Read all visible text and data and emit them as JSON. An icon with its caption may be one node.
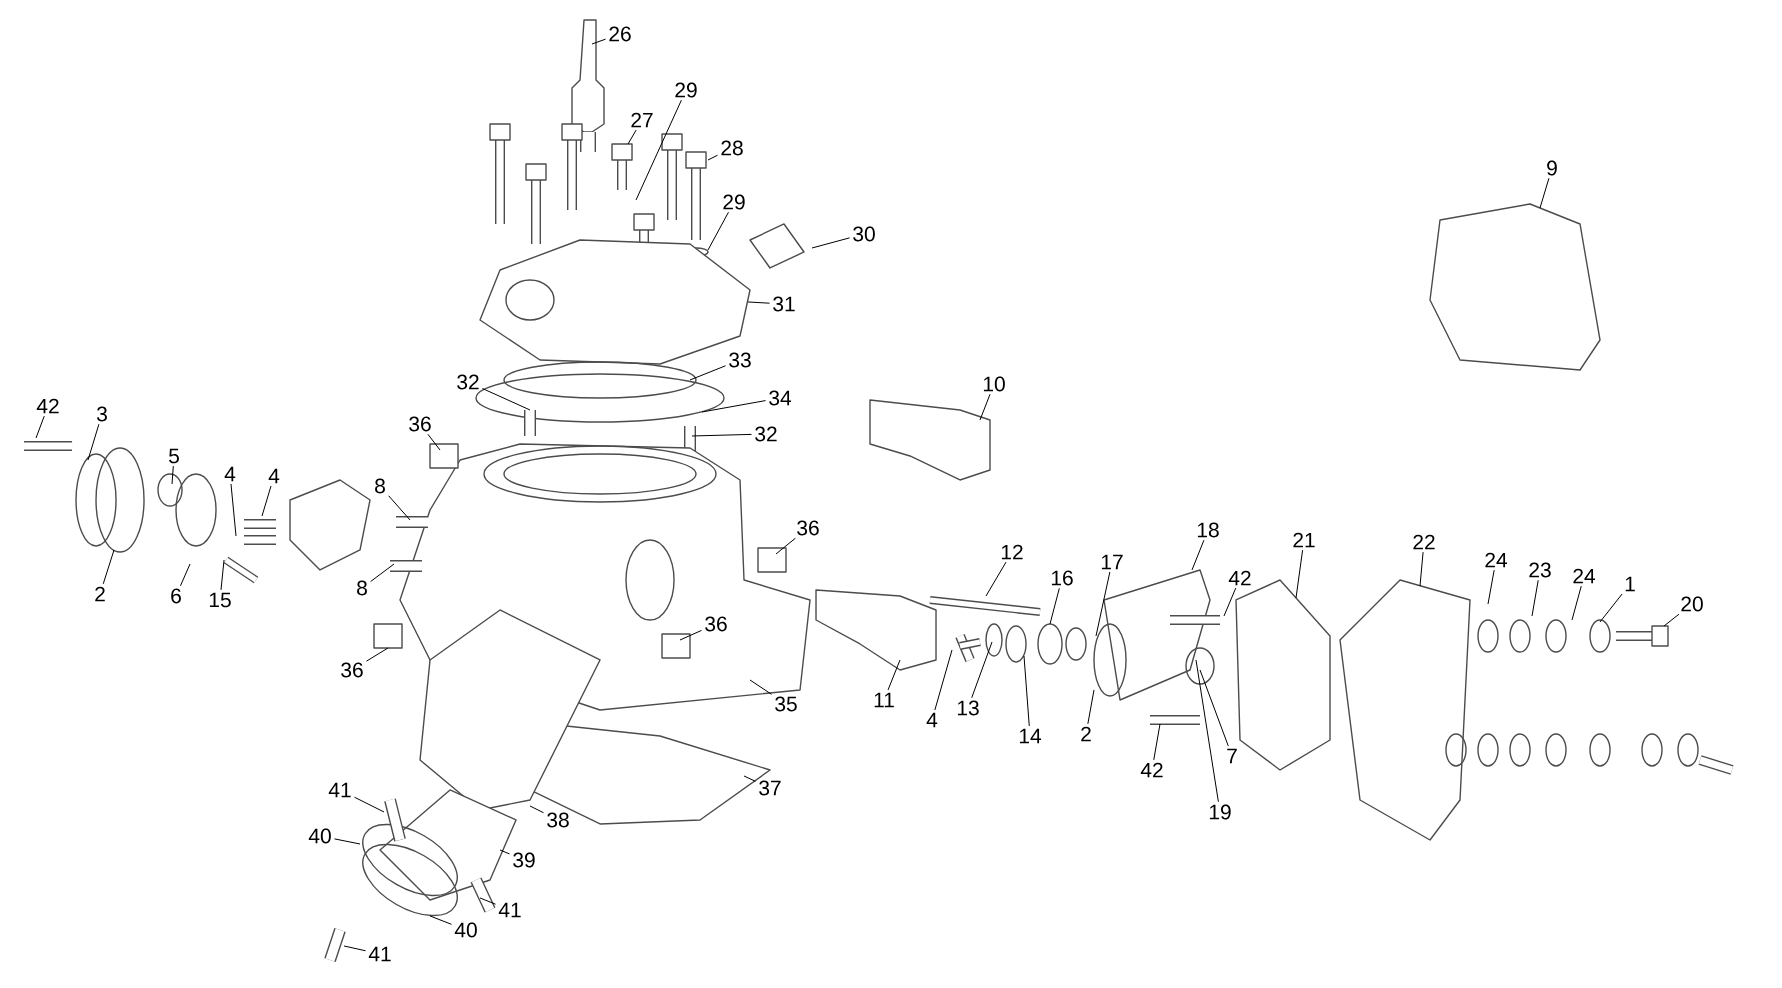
{
  "diagram": {
    "nodes": [
      {
        "text": [
          "26"
        ]
      },
      {
        "text": [
          "29"
        ]
      },
      {
        "text": [
          "27"
        ]
      },
      {
        "text": [
          "28"
        ]
      },
      {
        "text": [
          "29"
        ]
      },
      {
        "text": [
          "30"
        ]
      },
      {
        "text": [
          "31"
        ]
      },
      {
        "text": [
          "32"
        ]
      },
      {
        "text": [
          "33"
        ]
      },
      {
        "text": [
          "34"
        ]
      },
      {
        "text": [
          "32"
        ]
      },
      {
        "text": [
          "9"
        ]
      },
      {
        "text": [
          "10"
        ]
      },
      {
        "text": [
          "42"
        ]
      },
      {
        "text": [
          "3"
        ]
      },
      {
        "text": [
          "36"
        ]
      },
      {
        "text": [
          "5"
        ]
      },
      {
        "text": [
          "4"
        ]
      },
      {
        "text": [
          "4"
        ]
      },
      {
        "text": [
          "8"
        ]
      },
      {
        "text": [
          "2"
        ]
      },
      {
        "text": [
          "6"
        ]
      },
      {
        "text": [
          "15"
        ]
      },
      {
        "text": [
          "8"
        ]
      },
      {
        "text": [
          "36"
        ]
      },
      {
        "text": [
          "36"
        ]
      },
      {
        "text": [
          "36"
        ]
      },
      {
        "text": [
          "35"
        ]
      },
      {
        "text": [
          "12"
        ]
      },
      {
        "text": [
          "16"
        ]
      },
      {
        "text": [
          "17"
        ]
      },
      {
        "text": [
          "18"
        ]
      },
      {
        "text": [
          "21"
        ]
      },
      {
        "text": [
          "22"
        ]
      },
      {
        "text": [
          "42"
        ]
      },
      {
        "text": [
          "24"
        ]
      },
      {
        "text": [
          "23"
        ]
      },
      {
        "text": [
          "24"
        ]
      },
      {
        "text": [
          "1"
        ]
      },
      {
        "text": [
          "20"
        ]
      },
      {
        "text": [
          "11"
        ]
      },
      {
        "text": [
          "4"
        ]
      },
      {
        "text": [
          "13"
        ]
      },
      {
        "text": [
          "14"
        ]
      },
      {
        "text": [
          "2"
        ]
      },
      {
        "text": [
          "42"
        ]
      },
      {
        "text": [
          "7"
        ]
      },
      {
        "text": [
          "19"
        ]
      },
      {
        "text": [
          "37"
        ]
      },
      {
        "text": [
          "38"
        ]
      },
      {
        "text": [
          "39"
        ]
      },
      {
        "text": [
          "41"
        ]
      },
      {
        "text": [
          "40"
        ]
      },
      {
        "text": [
          "41"
        ]
      },
      {
        "text": [
          "40"
        ]
      },
      {
        "text": [
          "41"
        ]
      }
    ],
    "edges": [
      {
        "from": 0,
        "to": null,
        "arrow": "none"
      },
      {
        "from": 1,
        "to": null,
        "arrow": "none"
      },
      {
        "from": 2,
        "to": null,
        "arrow": "none"
      },
      {
        "from": 3,
        "to": null,
        "arrow": "none"
      },
      {
        "from": 4,
        "to": null,
        "arrow": "none"
      },
      {
        "from": 5,
        "to": null,
        "arrow": "none"
      },
      {
        "from": 6,
        "to": null,
        "arrow": "none"
      },
      {
        "from": 7,
        "to": null,
        "arrow": "none"
      },
      {
        "from": 8,
        "to": null,
        "arrow": "none"
      },
      {
        "from": 9,
        "to": null,
        "arrow": "none"
      },
      {
        "from": 10,
        "to": null,
        "arrow": "none"
      },
      {
        "from": 11,
        "to": null,
        "arrow": "none"
      },
      {
        "from": 12,
        "to": null,
        "arrow": "none"
      },
      {
        "from": 13,
        "to": null,
        "arrow": "none"
      },
      {
        "from": 14,
        "to": null,
        "arrow": "none"
      },
      {
        "from": 15,
        "to": null,
        "arrow": "none"
      },
      {
        "from": 16,
        "to": null,
        "arrow": "none"
      },
      {
        "from": 17,
        "to": null,
        "arrow": "none"
      },
      {
        "from": 18,
        "to": null,
        "arrow": "none"
      },
      {
        "from": 19,
        "to": null,
        "arrow": "none"
      },
      {
        "from": 20,
        "to": null,
        "arrow": "none"
      },
      {
        "from": 21,
        "to": null,
        "arrow": "none"
      },
      {
        "from": 22,
        "to": null,
        "arrow": "none"
      },
      {
        "from": 23,
        "to": null,
        "arrow": "none"
      },
      {
        "from": 24,
        "to": null,
        "arrow": "none"
      },
      {
        "from": 25,
        "to": null,
        "arrow": "none"
      },
      {
        "from": 26,
        "to": null,
        "arrow": "none"
      },
      {
        "from": 27,
        "to": null,
        "arrow": "none"
      },
      {
        "from": 28,
        "to": null,
        "arrow": "none"
      },
      {
        "from": 29,
        "to": null,
        "arrow": "none"
      },
      {
        "from": 30,
        "to": null,
        "arrow": "none"
      },
      {
        "from": 31,
        "to": null,
        "arrow": "none"
      },
      {
        "from": 32,
        "to": null,
        "arrow": "none"
      },
      {
        "from": 33,
        "to": null,
        "arrow": "none"
      },
      {
        "from": 34,
        "to": null,
        "arrow": "none"
      },
      {
        "from": 35,
        "to": null,
        "arrow": "none"
      },
      {
        "from": 36,
        "to": null,
        "arrow": "none"
      },
      {
        "from": 37,
        "to": null,
        "arrow": "none"
      },
      {
        "from": 38,
        "to": null,
        "arrow": "none"
      },
      {
        "from": 39,
        "to": null,
        "arrow": "none"
      },
      {
        "from": 40,
        "to": null,
        "arrow": "none"
      },
      {
        "from": 41,
        "to": null,
        "arrow": "none"
      },
      {
        "from": 42,
        "to": null,
        "arrow": "none"
      },
      {
        "from": 43,
        "to": null,
        "arrow": "none"
      },
      {
        "from": 44,
        "to": null,
        "arrow": "none"
      },
      {
        "from": 45,
        "to": null,
        "arrow": "none"
      },
      {
        "from": 46,
        "to": null,
        "arrow": "none"
      },
      {
        "from": 47,
        "to": null,
        "arrow": "none"
      },
      {
        "from": 48,
        "to": null,
        "arrow": "none"
      },
      {
        "from": 49,
        "to": null,
        "arrow": "none"
      },
      {
        "from": 50,
        "to": null,
        "arrow": "none"
      },
      {
        "from": 51,
        "to": null,
        "arrow": "none"
      },
      {
        "from": 52,
        "to": null,
        "arrow": "none"
      },
      {
        "from": 53,
        "to": null,
        "arrow": "none"
      },
      {
        "from": 54,
        "to": null,
        "arrow": "none"
      },
      {
        "from": 55,
        "to": null,
        "arrow": "none"
      }
    ]
  }
}
